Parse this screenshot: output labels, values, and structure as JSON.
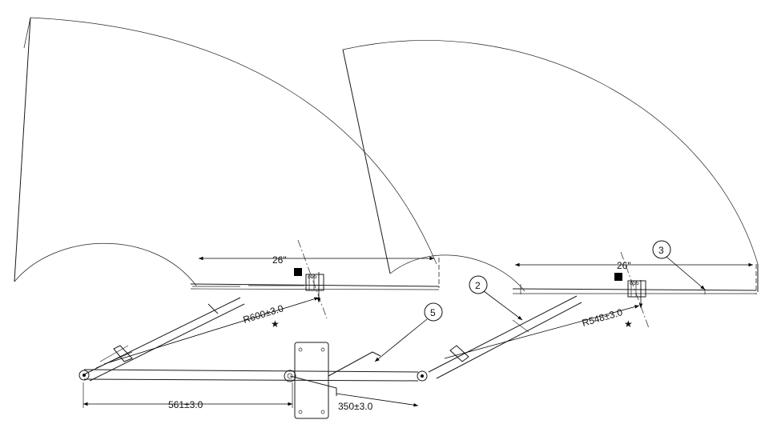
{
  "left_assembly": {
    "angle_label": "26\"",
    "radius_label": "R600±3.0",
    "marker_square": "■",
    "marker_star": "★",
    "part_tag": "δ55"
  },
  "right_assembly": {
    "angle_label": "26\"",
    "radius_label": "R548±3.0",
    "marker_square": "■",
    "marker_star": "★",
    "part_tag": "δ55"
  },
  "bottom_dimensions": {
    "left_length": "561±3.0",
    "right_length": "350±3.0"
  },
  "balloons": {
    "two": "2",
    "three": "3",
    "five": "5"
  }
}
